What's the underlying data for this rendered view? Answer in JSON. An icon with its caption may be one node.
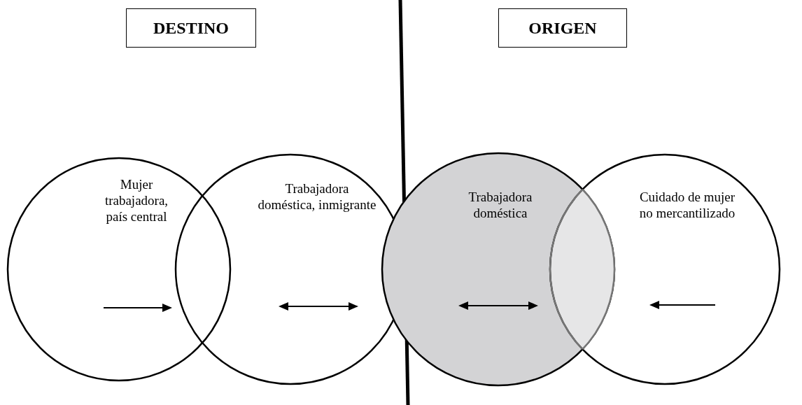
{
  "diagram": {
    "nodes": [
      {
        "text": [
          "DESTINO"
        ]
      },
      {
        "text": [
          "ORIGEN"
        ]
      },
      {
        "text": [
          "Mujer trabajadora, país central"
        ]
      },
      {
        "text": [
          "Trabajadora doméstica, inmigrante"
        ]
      },
      {
        "text": [
          "Trabajadora doméstica"
        ]
      },
      {
        "text": [
          "Cuidado de mujer no mercantilizado"
        ]
      }
    ]
  }
}
